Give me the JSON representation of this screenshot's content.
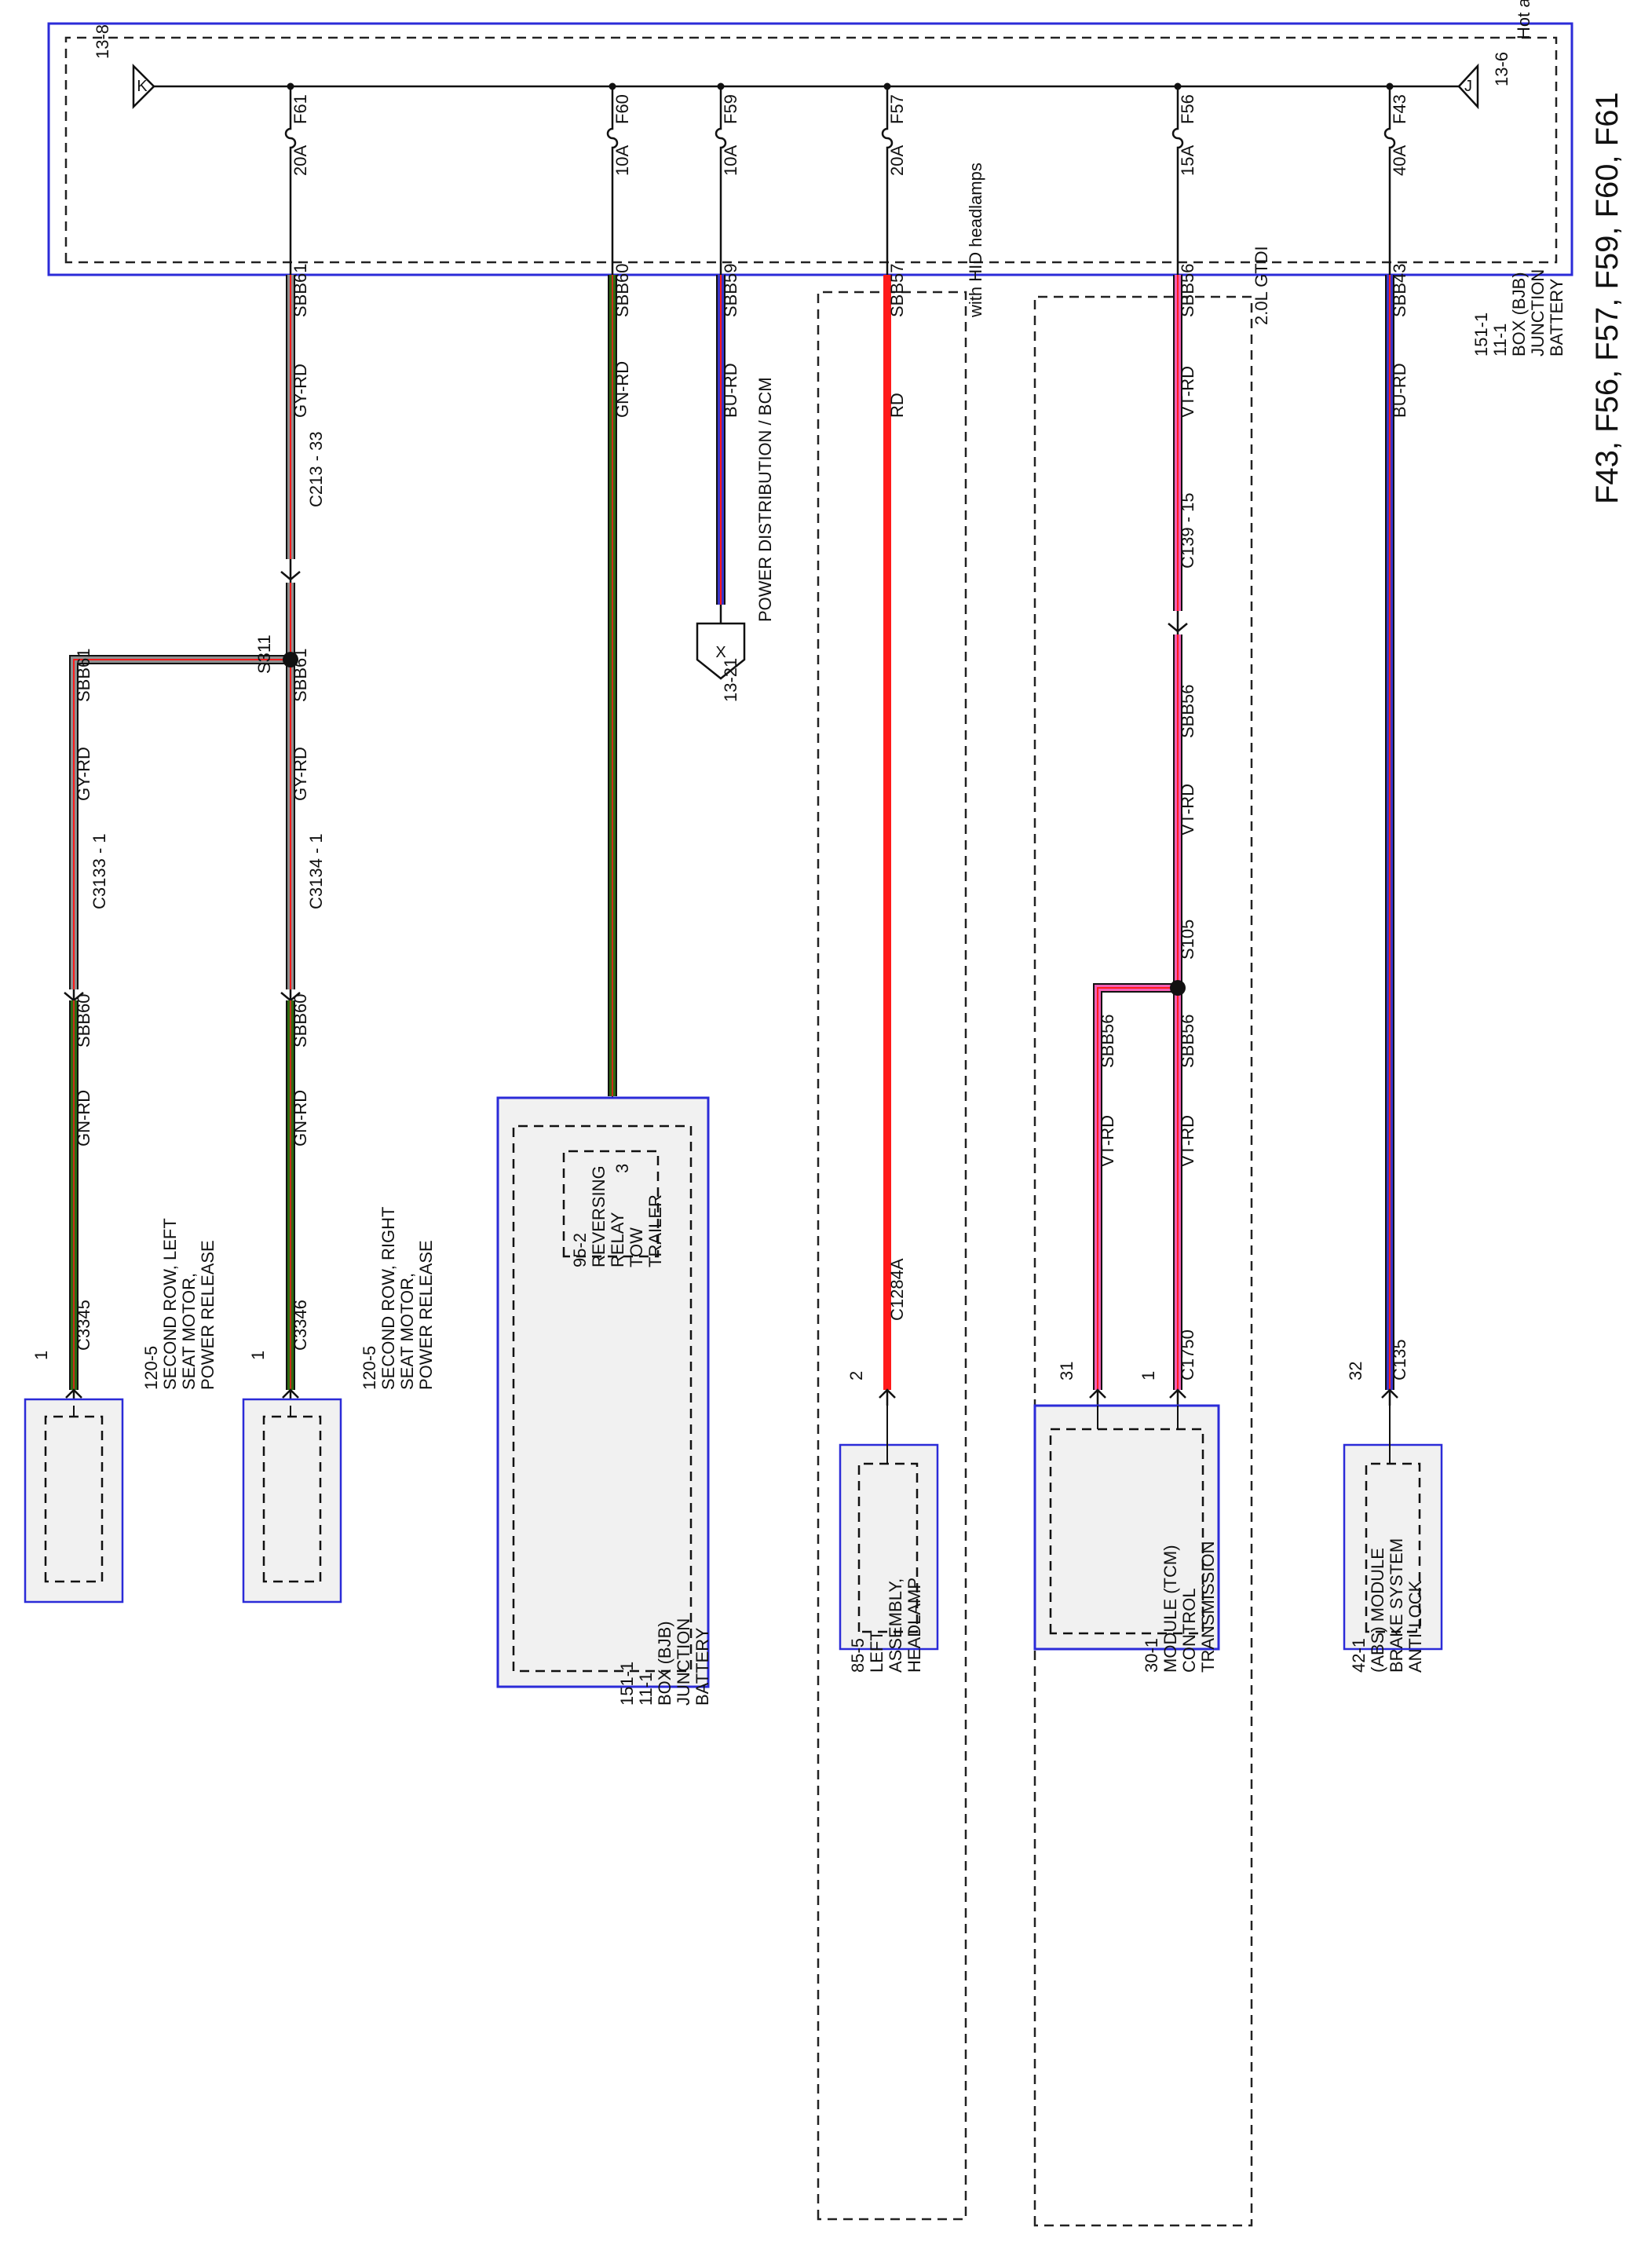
{
  "title": "F43, F56, F57, F59, F60, F61",
  "bjb_top": {
    "label": [
      "BATTERY",
      "JUNCTION",
      "BOX (BJB)",
      "11-1",
      "151-1"
    ],
    "hot_text": "Hot at all times",
    "conn_j": {
      "letter": "J",
      "ref": "13-6"
    },
    "conn_k": {
      "letter": "K",
      "ref": "13-8"
    }
  },
  "fuses": [
    {
      "id": "F61",
      "amp": "20A"
    },
    {
      "id": "F60",
      "amp": "10A"
    },
    {
      "id": "F59",
      "amp": "10A"
    },
    {
      "id": "F57",
      "amp": "20A"
    },
    {
      "id": "F56",
      "amp": "15A"
    },
    {
      "id": "F43",
      "amp": "40A"
    }
  ],
  "wires": {
    "f43": {
      "circuit": "SBB43",
      "color": "BU-RD"
    },
    "f56": {
      "circuit": "SBB56",
      "color": "VT-RD"
    },
    "f57": {
      "circuit": "SBB57",
      "color": "RD"
    },
    "f59": {
      "circuit": "SBB59",
      "color": "BU-RD"
    },
    "f60": {
      "circuit": "SBB60",
      "color": "GN-RD"
    },
    "f61": {
      "circuit": "SBB61",
      "color": "GY-RD"
    }
  },
  "options": {
    "gtdi": "2.0L GTDI",
    "hid": "with HID headlamps"
  },
  "connectors": {
    "c139": "C139 - 15",
    "c213": "C213 - 33",
    "c3133": "C3133 - 1",
    "c3134": "C3134 - 1",
    "c135": {
      "name": "C135",
      "pin": "32"
    },
    "c1750": {
      "name": "C1750",
      "pin_a": "1",
      "pin_b": "31"
    },
    "c1284a": {
      "name": "C1284A",
      "pin": "2"
    },
    "c3345": {
      "name": "C3345",
      "pin": "1"
    },
    "c3346": {
      "name": "C3346",
      "pin": "1"
    }
  },
  "splices": {
    "s105": "S105",
    "s311": "S311"
  },
  "x_conn": {
    "letter": "X",
    "ref": "13-21",
    "label": "POWER DISTRIBUTION / BCM"
  },
  "components": {
    "abs": [
      "ANTI-LOCK",
      "BRAKE SYSTEM",
      "(ABS) MODULE",
      "42-1"
    ],
    "tcm": [
      "TRANSMISSION",
      "CONTROL",
      "MODULE (TCM)",
      "30-1"
    ],
    "headlamp": [
      "HEADLAMP",
      "ASSEMBLY,",
      "LEFT",
      "85-5"
    ],
    "bjb_bottom": [
      "BATTERY",
      "JUNCTION",
      "BOX (BJB)",
      "11-1",
      "151-1"
    ],
    "relay": {
      "pin": "3",
      "label": [
        "TRAILER",
        "TOW",
        "RELAY",
        "REVERSING",
        "95-2"
      ]
    },
    "seat_right": [
      "POWER RELEASE",
      "SEAT MOTOR,",
      "SECOND ROW, RIGHT",
      "120-5"
    ],
    "seat_left": [
      "POWER RELEASE",
      "SEAT MOTOR,",
      "SECOND ROW, LEFT",
      "120-5"
    ]
  },
  "colors": {
    "frame_blue": "#2b2bd8",
    "component_fill": "#f1f1f1",
    "blue": "#3a34c8",
    "red": "#ff1a1a",
    "violet": "#f25fb5",
    "green": "#2e6b12",
    "gray": "#8f8f8f"
  }
}
